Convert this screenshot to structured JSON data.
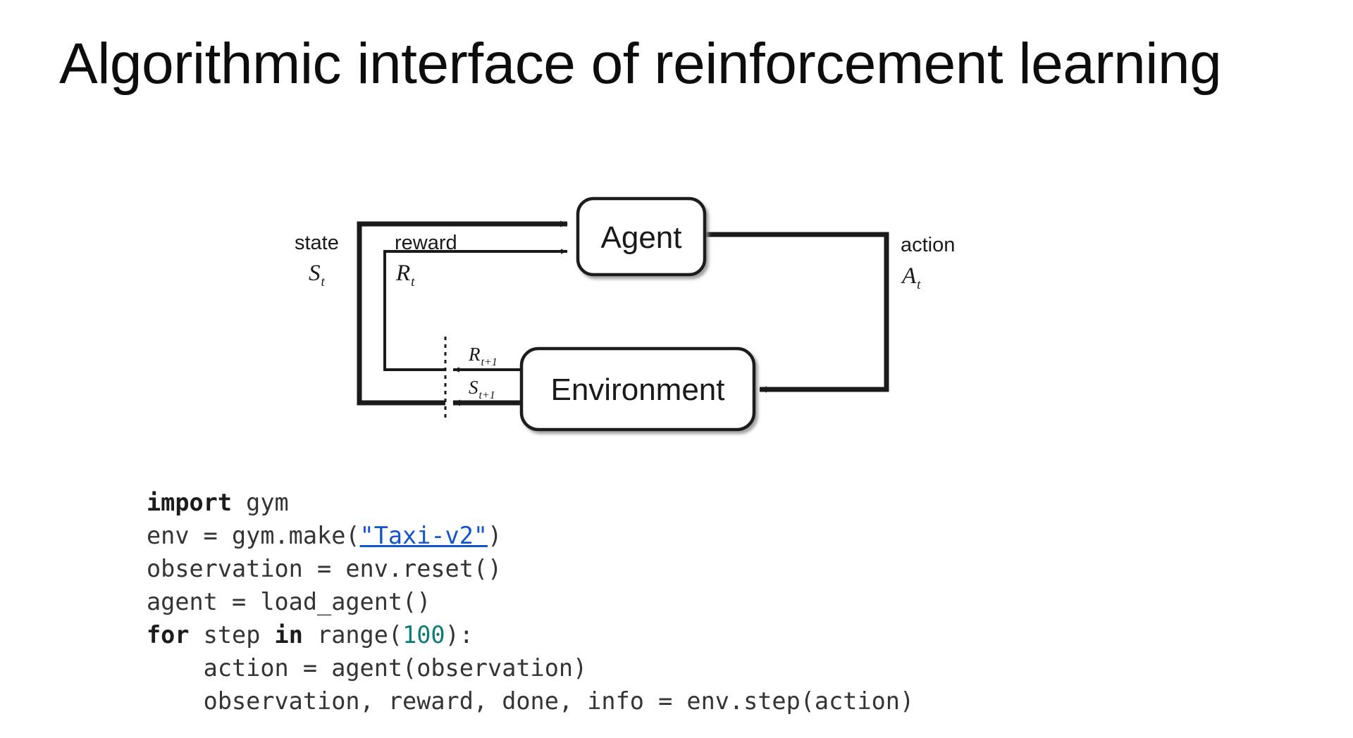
{
  "slide": {
    "title": "Algorithmic interface of reinforcement learning"
  },
  "diagram": {
    "name": "agent-environment-interaction-loop",
    "boxes": {
      "agent": "Agent",
      "environment": "Environment"
    },
    "labels": {
      "state_word": "state",
      "state_symbol": "S",
      "state_subscript": "t",
      "reward_word": "reward",
      "reward_symbol": "R",
      "reward_subscript": "t",
      "action_word": "action",
      "action_symbol": "A",
      "action_subscript": "t",
      "reward_next_symbol": "R",
      "reward_next_subscript": "t+1",
      "state_next_symbol": "S",
      "state_next_subscript": "t+1"
    },
    "colors": {
      "stroke": "#1a1a1a",
      "box_fill": "#ffffff",
      "shadow": "#9a9a9a"
    }
  },
  "code": {
    "language": "python",
    "colors": {
      "text": "#343434",
      "keyword": "#1c1c1c",
      "number": "#0b7c77",
      "link": "#1155cc"
    },
    "lines": [
      {
        "id": "line-1",
        "tokens": [
          {
            "t": "import",
            "k": "kw"
          },
          {
            "t": " gym",
            "k": "plain"
          }
        ]
      },
      {
        "id": "line-2",
        "tokens": [
          {
            "t": "env = gym.make(",
            "k": "plain"
          },
          {
            "t": "\"Taxi-v2\"",
            "k": "link"
          },
          {
            "t": ")",
            "k": "plain"
          }
        ]
      },
      {
        "id": "line-3",
        "tokens": [
          {
            "t": "observation = env.reset()",
            "k": "plain"
          }
        ]
      },
      {
        "id": "line-4",
        "tokens": [
          {
            "t": "agent = load_agent()",
            "k": "plain"
          }
        ]
      },
      {
        "id": "line-5",
        "tokens": [
          {
            "t": "for",
            "k": "kw"
          },
          {
            "t": " step ",
            "k": "plain"
          },
          {
            "t": "in",
            "k": "kw"
          },
          {
            "t": " range(",
            "k": "plain"
          },
          {
            "t": "100",
            "k": "num"
          },
          {
            "t": "):",
            "k": "plain"
          }
        ]
      },
      {
        "id": "line-6",
        "tokens": [
          {
            "t": "    action = agent(observation)",
            "k": "plain"
          }
        ]
      },
      {
        "id": "line-7",
        "tokens": [
          {
            "t": "    observation, reward, done, info = env.step(action)",
            "k": "plain"
          }
        ]
      }
    ]
  }
}
